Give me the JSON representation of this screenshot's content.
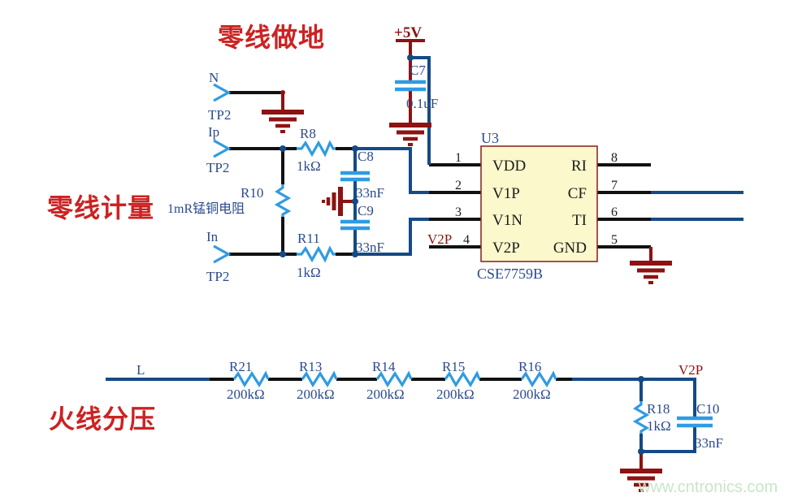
{
  "colors": {
    "wire_navy": "#154a85",
    "component_blue": "#2f9be2",
    "black_wire": "#111111",
    "maroon": "#8e1212",
    "red_text": "#cc2222",
    "label_navy": "#2b4a8c",
    "pin_text": "#1c1c1c",
    "chip_fill": "#fbf8cb",
    "chip_border": "#8e2a2a",
    "watermark_green": "#c8e6c8"
  },
  "annotations": {
    "neutral_ground": "零线做地",
    "neutral_metering": "零线计量",
    "live_divider": "火线分压"
  },
  "power": {
    "vcc": "+5V"
  },
  "net_labels": {
    "live": "L",
    "v2p_pin": "V2P",
    "v2p_divider": "V2P"
  },
  "connectors": {
    "n": {
      "name": "N",
      "designator": "TP2"
    },
    "ip": {
      "name": "Ip",
      "designator": "TP2"
    },
    "in": {
      "name": "In",
      "designator": "TP2"
    }
  },
  "components": {
    "c7": {
      "ref": "C7",
      "value": "0.1uF"
    },
    "r8": {
      "ref": "R8",
      "value": "1kΩ"
    },
    "r10": {
      "ref": "R10",
      "value": "1mR锰铜电阻"
    },
    "r11": {
      "ref": "R11",
      "value": "1kΩ"
    },
    "c8": {
      "ref": "C8",
      "value": "33nF"
    },
    "c9": {
      "ref": "C9",
      "value": "33nF"
    },
    "r21": {
      "ref": "R21",
      "value": "200kΩ"
    },
    "r13": {
      "ref": "R13",
      "value": "200kΩ"
    },
    "r14": {
      "ref": "R14",
      "value": "200kΩ"
    },
    "r15": {
      "ref": "R15",
      "value": "200kΩ"
    },
    "r16": {
      "ref": "R16",
      "value": "200kΩ"
    },
    "r18": {
      "ref": "R18",
      "value": "1kΩ"
    },
    "c10": {
      "ref": "C10",
      "value": "33nF"
    }
  },
  "chip": {
    "ref": "U3",
    "part": "CSE7759B",
    "left_pins": [
      {
        "num": "1",
        "name": "VDD"
      },
      {
        "num": "2",
        "name": "V1P"
      },
      {
        "num": "3",
        "name": "V1N"
      },
      {
        "num": "4",
        "name": "V2P"
      }
    ],
    "right_pins": [
      {
        "num": "8",
        "name": "RI"
      },
      {
        "num": "7",
        "name": "CF"
      },
      {
        "num": "6",
        "name": "TI"
      },
      {
        "num": "5",
        "name": "GND"
      }
    ]
  },
  "watermark": "www.cntronics.com"
}
